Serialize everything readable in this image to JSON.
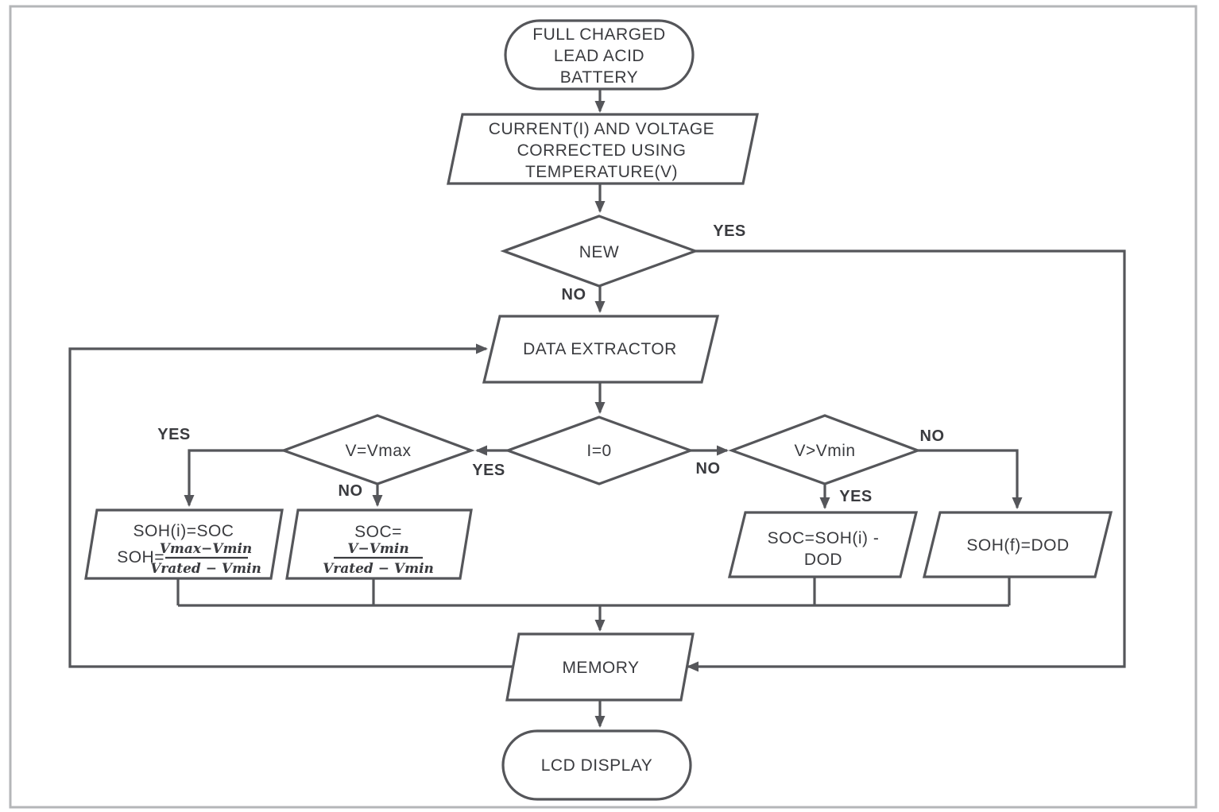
{
  "figure": {
    "colors": {
      "line": "#55565a",
      "text": "#3a3b3f",
      "border": "#b4b6b8",
      "background": "#ffffff"
    },
    "nodes": {
      "start": {
        "type": "terminal",
        "lines": [
          "FULL CHARGED",
          "LEAD ACID",
          "BATTERY"
        ]
      },
      "input_correction": {
        "type": "input-output",
        "lines": [
          "CURRENT(I) AND VOLTAGE",
          "CORRECTED USING",
          "TEMPERATURE(V)"
        ]
      },
      "new_decision": {
        "type": "decision",
        "label": "NEW"
      },
      "data_extractor": {
        "type": "input-output",
        "label": "DATA EXTRACTOR"
      },
      "i_zero_decision": {
        "type": "decision",
        "label": "I=0"
      },
      "v_vmax_decision": {
        "type": "decision",
        "label": "V=Vmax"
      },
      "v_vmin_decision": {
        "type": "decision",
        "label": "V>Vmin"
      },
      "soh_initial": {
        "type": "input-output",
        "line1": "SOH(i)=SOC",
        "prefix": "SOH=",
        "numerator": "Vmax−Vmin",
        "denominator": "Vrated − Vmin"
      },
      "soc_charge": {
        "type": "input-output",
        "line1": "SOC=",
        "numerator": "V−Vmin",
        "denominator": "Vrated − Vmin"
      },
      "soc_discharge": {
        "type": "input-output",
        "lines": [
          "SOC=SOH(i) -",
          "DOD"
        ]
      },
      "soh_final": {
        "type": "input-output",
        "label": "SOH(f)=DOD"
      },
      "memory": {
        "type": "input-output",
        "label": "MEMORY"
      },
      "lcd": {
        "type": "terminal",
        "label": "LCD DISPLAY"
      }
    },
    "edge_labels": {
      "new_yes": "YES",
      "new_no": "NO",
      "izero_yes": "YES",
      "izero_no": "NO",
      "vmax_yes": "YES",
      "vmax_no": "NO",
      "vmin_yes": "YES",
      "vmin_no": "NO"
    }
  }
}
